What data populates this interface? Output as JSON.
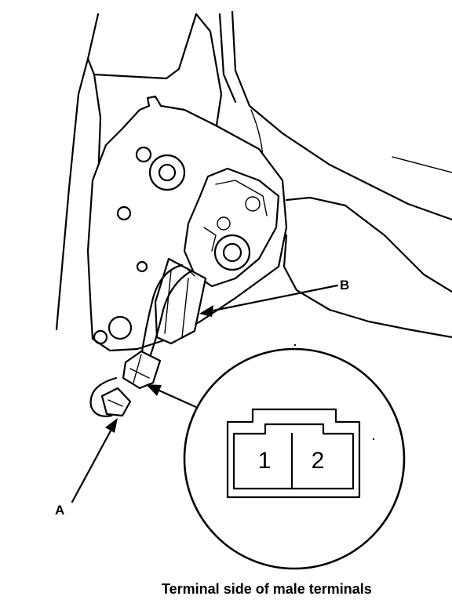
{
  "callouts": {
    "a": "A",
    "b": "B"
  },
  "connector": {
    "terminal_1": "1",
    "terminal_2": "2"
  },
  "caption": "Terminal side of male terminals"
}
